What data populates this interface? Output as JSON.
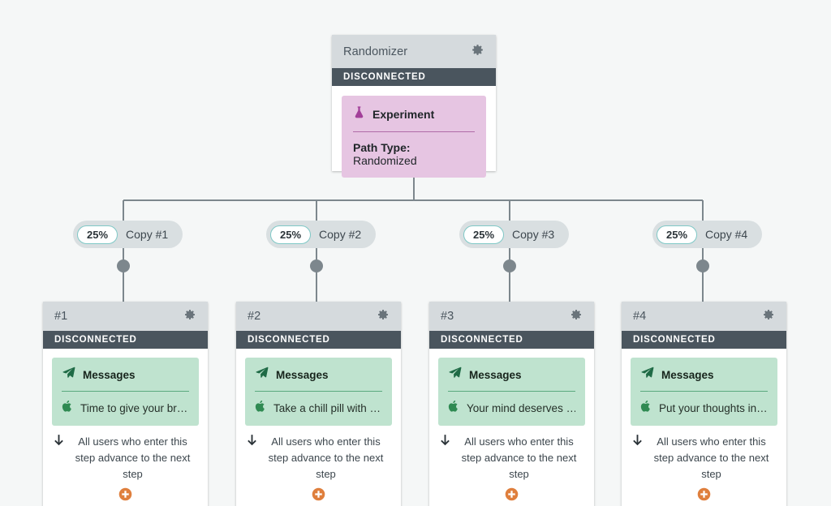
{
  "canvas": {
    "background": "#f5f7f7",
    "connector_color": "#7d878d"
  },
  "randomizer": {
    "title": "Randomizer",
    "gear_icon": "gear-icon",
    "status": "DISCONNECTED",
    "experiment": {
      "flask_icon": "flask-icon",
      "label": "Experiment",
      "path_type_label": "Path Type:",
      "path_type_value": "Randomized",
      "box_color": "#e6c5e2",
      "accent_color": "#a23f99"
    }
  },
  "branches": [
    {
      "percent": "25%",
      "name": "Copy #1"
    },
    {
      "percent": "25%",
      "name": "Copy #2"
    },
    {
      "percent": "25%",
      "name": "Copy #3"
    },
    {
      "percent": "25%",
      "name": "Copy #4"
    }
  ],
  "steps": [
    {
      "title": "#1",
      "status": "DISCONNECTED",
      "channel_icon": "paper-plane-icon",
      "channel": "Messages",
      "platform_icon": "apple-icon",
      "message": "Time to give your br…",
      "advance_icon": "arrow-down-icon",
      "advance": "All users who enter this step advance to the next step",
      "add_icon": "plus-circle-icon"
    },
    {
      "title": "#2",
      "status": "DISCONNECTED",
      "channel_icon": "paper-plane-icon",
      "channel": "Messages",
      "platform_icon": "apple-icon",
      "message": "Take a chill pill with …",
      "advance_icon": "arrow-down-icon",
      "advance": "All users who enter this step advance to the next step",
      "add_icon": "plus-circle-icon"
    },
    {
      "title": "#3",
      "status": "DISCONNECTED",
      "channel_icon": "paper-plane-icon",
      "channel": "Messages",
      "platform_icon": "apple-icon",
      "message": "Your mind deserves …",
      "advance_icon": "arrow-down-icon",
      "advance": "All users who enter this step advance to the next step",
      "add_icon": "plus-circle-icon"
    },
    {
      "title": "#4",
      "status": "DISCONNECTED",
      "channel_icon": "paper-plane-icon",
      "channel": "Messages",
      "platform_icon": "apple-icon",
      "message": "Put your thoughts in…",
      "advance_icon": "arrow-down-icon",
      "advance": "All users who enter this step advance to the next step",
      "add_icon": "plus-circle-icon"
    }
  ],
  "colors": {
    "header_bg": "#d5dadd",
    "status_bg": "#4a555e",
    "messages_bg": "#bfe3cf",
    "pill_bg": "#d9dfe1",
    "pill_border": "#7fc8c6",
    "add_orange": "#df7f3d"
  }
}
